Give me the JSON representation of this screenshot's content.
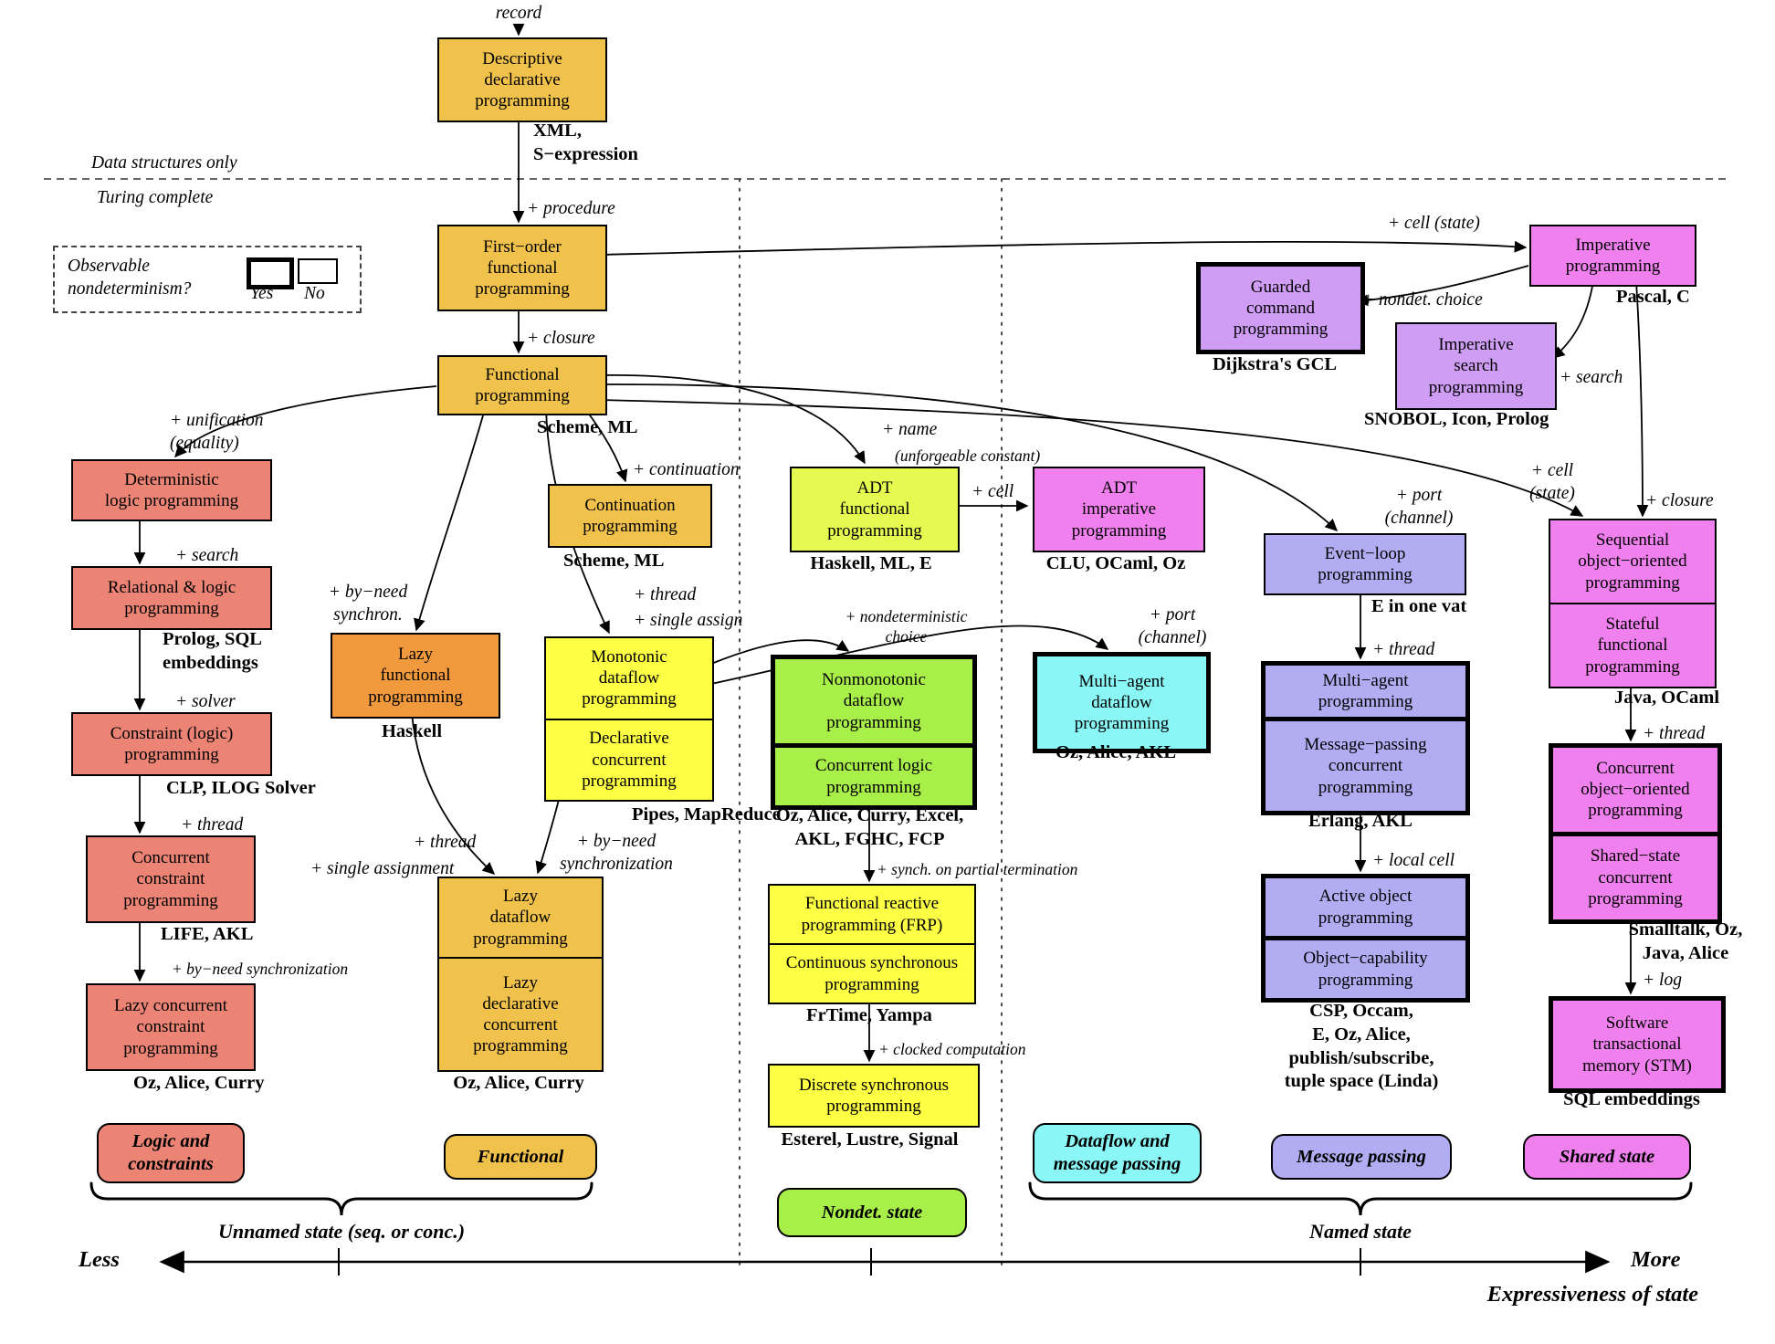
{
  "colors": {
    "gold": "#f0c14b",
    "orange": "#f09a3d",
    "salmon": "#ec8476",
    "yellow": "#fdff45",
    "lime": "#e5fa50",
    "green": "#a9ef49",
    "cyan": "#8af6f6",
    "magenta": "#ef80ee",
    "periwinkle": "#b2acf2",
    "violet": "#d09df5"
  },
  "header": {
    "record": "record",
    "data_structures_only": "Data structures only",
    "turing_complete": "Turing complete"
  },
  "legend": {
    "question": "Observable\nnondeterminism?",
    "yes": "Yes",
    "no": "No"
  },
  "boxes": {
    "descriptive": "Descriptive\ndeclarative\nprogramming",
    "first_order": "First−order\nfunctional\nprogramming",
    "functional": "Functional\nprogramming",
    "det_logic": "Deterministic\nlogic programming",
    "rel_logic": "Relational & logic\nprogramming",
    "constraint": "Constraint (logic)\nprogramming",
    "conc_constraint": "Concurrent\nconstraint\nprogramming",
    "lazy_conc_constraint": "Lazy concurrent\nconstraint\nprogramming",
    "lazy_functional": "Lazy\nfunctional\nprogramming",
    "continuation": "Continuation\nprogramming",
    "monotonic_top": "Monotonic\ndataflow\nprogramming",
    "monotonic_bottom": "Declarative\nconcurrent\nprogramming",
    "lazy_dataflow_top": "Lazy\ndataflow\nprogramming",
    "lazy_dataflow_bottom": "Lazy\ndeclarative\nconcurrent\nprogramming",
    "adt_functional": "ADT\nfunctional\nprogramming",
    "adt_imperative": "ADT\nimperative\nprogramming",
    "nonmonotonic_top": "Nonmonotonic\ndataflow\nprogramming",
    "nonmonotonic_bottom": "Concurrent logic\nprogramming",
    "frp_top": "Functional reactive\nprogramming (FRP)",
    "frp_bottom": "Continuous synchronous\nprogramming",
    "discrete_sync": "Discrete synchronous\nprogramming",
    "multiagent_dataflow": "Multi−agent\ndataflow\nprogramming",
    "event_loop": "Event−loop\nprogramming",
    "multiagent_top": "Multi−agent\nprogramming",
    "multiagent_bottom": "Message−passing\nconcurrent\nprogramming",
    "active_object_top": "Active object\nprogramming",
    "active_object_bottom": "Object−capability\nprogramming",
    "imperative": "Imperative\nprogramming",
    "guarded": "Guarded\ncommand\nprogramming",
    "imp_search": "Imperative\nsearch\nprogramming",
    "seq_oo_top": "Sequential\nobject−oriented\nprogramming",
    "seq_oo_bottom": "Stateful\nfunctional\nprogramming",
    "conc_oo_top": "Concurrent\nobject−oriented\nprogramming",
    "conc_oo_bottom": "Shared−state\nconcurrent\nprogramming",
    "stm": "Software\ntransactional\nmemory (STM)"
  },
  "arrows": {
    "procedure": "+ procedure",
    "closure": "+ closure",
    "unification": "+ unification\n(equality)",
    "search_logic": "+ search",
    "solver": "+ solver",
    "thread_logic": "+ thread",
    "byneed_logic": "+ by−need synchronization",
    "byneed_synchron": "+ by−need\nsynchron.",
    "continuation": "+ continuation",
    "thread_mono": "+ thread",
    "single_assign": "+ single assign",
    "thread_lazy": "+ thread",
    "single_assignment": "+ single assignment",
    "byneed_synchronization": "+ by−need\nsynchronization",
    "name": "+ name",
    "unforgeable": "(unforgeable constant)",
    "cell_adt": "+ cell",
    "nondet_choice": "+ nondeterministic\nchoice",
    "synch_partial": "+ synch. on partial termination",
    "clocked": "+ clocked computation",
    "port_dataflow": "+ port\n(channel)",
    "port_eventloop": "+ port\n(channel)",
    "thread_eventloop": "+ thread",
    "local_cell": "+ local cell",
    "cell_state_top": "+ cell (state)",
    "nondet_choice_imp": "+ nondet. choice",
    "search_imp": "+ search",
    "cell_state_right": "+ cell\n(state)",
    "closure_right": "+ closure",
    "thread_right": "+ thread",
    "log": "+ log"
  },
  "captions": {
    "xml": "XML,\nS−expression",
    "scheme_ml": "Scheme, ML",
    "prolog_sql": "Prolog, SQL\nembeddings",
    "clp_ilog": "CLP, ILOG Solver",
    "life_akl": "LIFE, AKL",
    "oz_alice_curry_left": "Oz, Alice, Curry",
    "haskell": "Haskell",
    "scheme_ml_cont": "Scheme, ML",
    "pipes_mapreduce": "Pipes, MapReduce",
    "oz_alice_curry_mid": "Oz, Alice, Curry",
    "haskell_ml_e": "Haskell, ML, E",
    "clu_ocaml_oz": "CLU, OCaml, Oz",
    "oz_alice_excel": "Oz, Alice, Curry, Excel,\nAKL, FGHC, FCP",
    "frtime_yampa": "FrTime, Yampa",
    "esterel": "Esterel, Lustre, Signal",
    "oz_alice_akl": "Oz, Alice, AKL",
    "e_in_one_vat": "E in one vat",
    "erlang_akl": "Erlang, AKL",
    "csp_occam": "CSP, Occam,\nE, Oz, Alice,\npublish/subscribe,\ntuple space (Linda)",
    "pascal_c": "Pascal, C",
    "dijkstra_gcl": "Dijkstra's GCL",
    "snobol": "SNOBOL, Icon, Prolog",
    "java_ocaml": "Java, OCaml",
    "smalltalk": "Smalltalk, Oz,\nJava, Alice",
    "sql_embeddings": "SQL embeddings"
  },
  "badges": {
    "logic": "Logic and\nconstraints",
    "functional": "Functional",
    "dataflow": "Dataflow and\nmessage passing",
    "message_passing": "Message passing",
    "shared_state": "Shared state",
    "nondet_state": "Nondet. state"
  },
  "footer": {
    "unnamed_state": "Unnamed state (seq. or conc.)",
    "named_state": "Named state",
    "less": "Less",
    "more": "More",
    "expressiveness": "Expressiveness of state"
  }
}
